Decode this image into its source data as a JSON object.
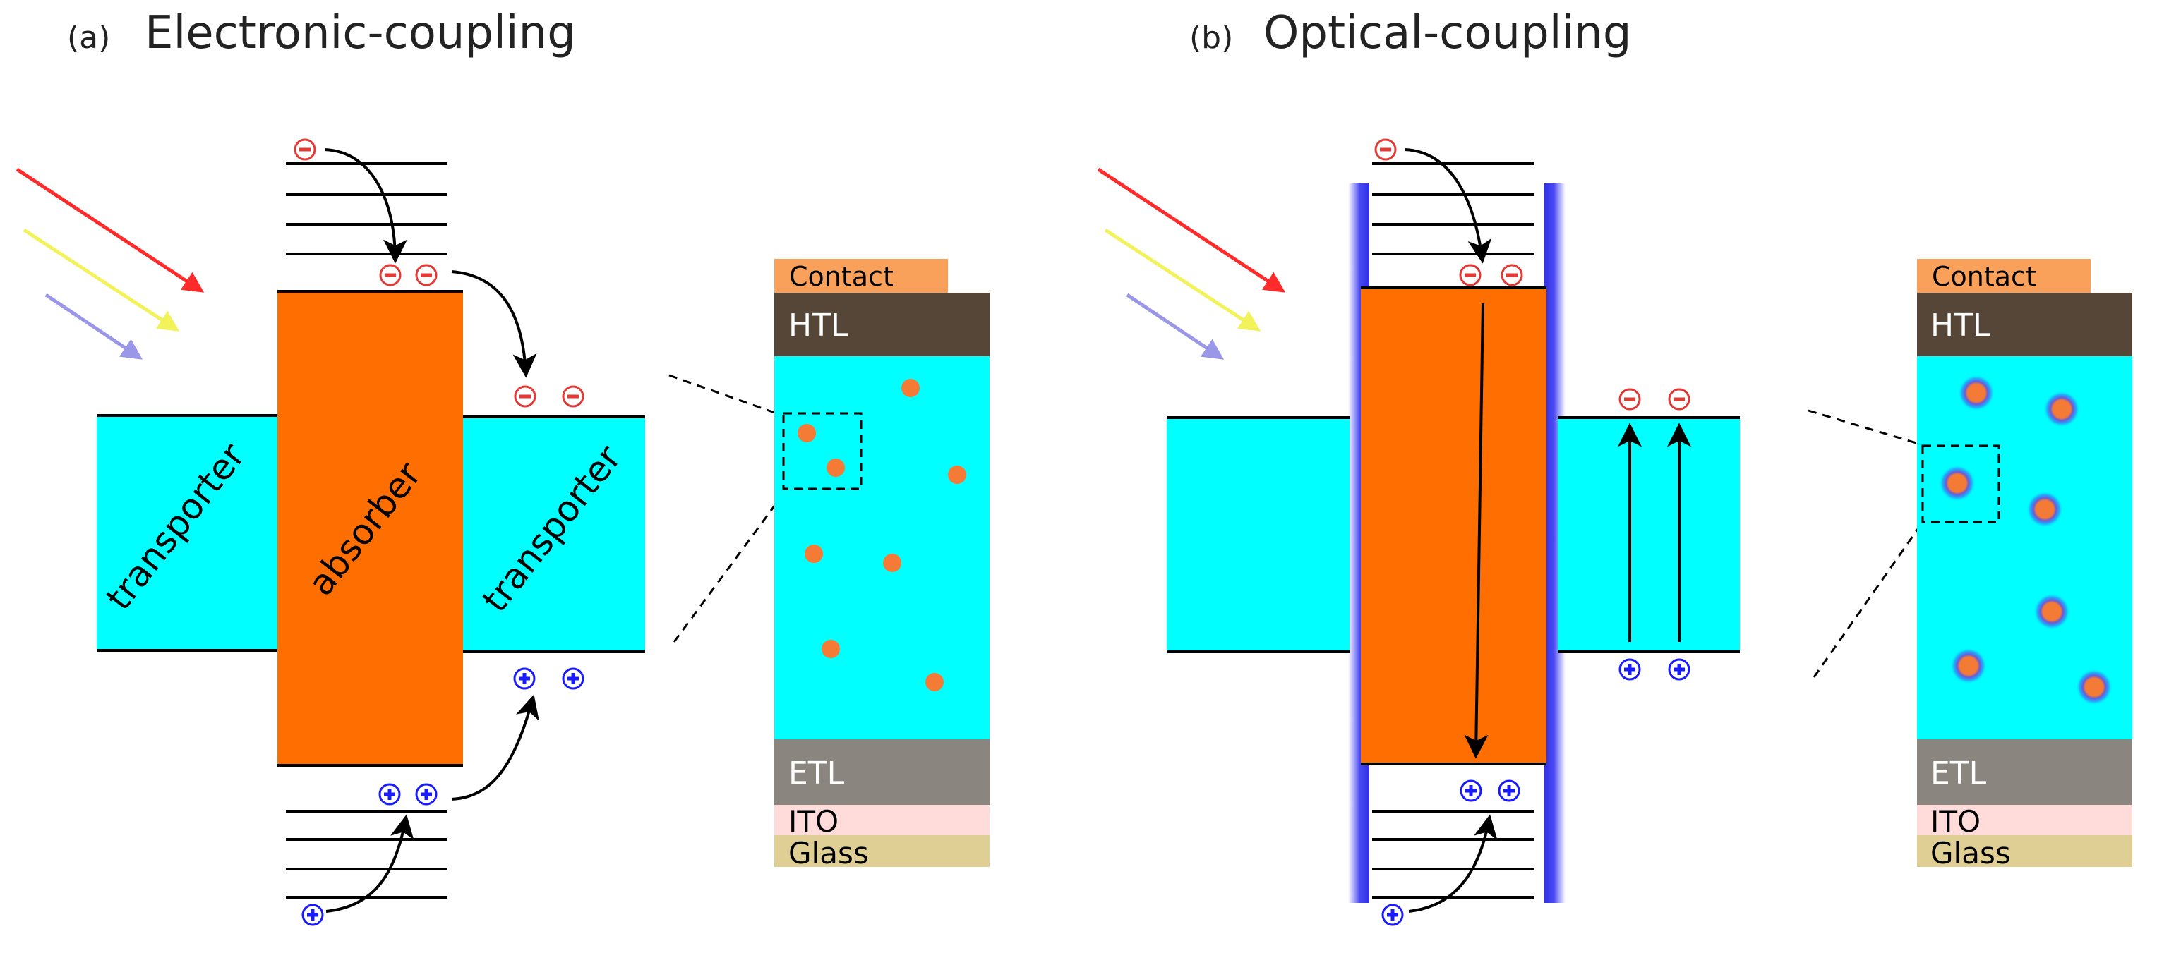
{
  "panels": [
    {
      "id": "a",
      "letter": "(a)",
      "title": "Electronic-coupling"
    },
    {
      "id": "b",
      "letter": "(b)",
      "title": "Optical-coupling"
    }
  ],
  "labels": {
    "transporter_left": "transporter",
    "absorber": "absorber",
    "transporter_right": "transporter"
  },
  "stack": {
    "contact": "Contact",
    "htl": "HTL",
    "etl": "ETL",
    "ito": "ITO",
    "glass": "Glass"
  },
  "colors": {
    "transporter": "#00ffff",
    "absorber": "#ff6e00",
    "contact": "#f9a15a",
    "htl": "#564637",
    "etl": "#8b8580",
    "ito": "#ffdcd9",
    "glass": "#e0cf94",
    "qd": "#f47b35",
    "qd_glow": "#5e5cf2",
    "electron": "#e53935",
    "hole": "#1a1aff",
    "light_red": "#ff2a2a",
    "light_yellow": "#f2f25a",
    "light_violet": "#9a96e8"
  }
}
